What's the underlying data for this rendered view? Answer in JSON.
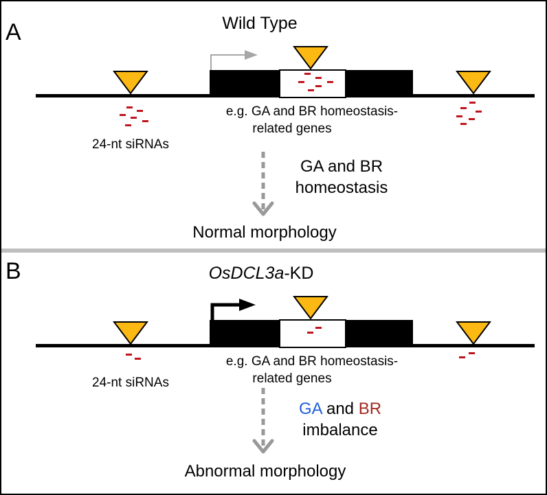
{
  "panels": {
    "a": {
      "letter": "A",
      "title": "Wild Type",
      "gene_label_line1": "e.g. GA and BR homeostasis-",
      "gene_label_line2": "related genes",
      "sirna_label": "24-nt siRNAs",
      "process_line1": "GA and BR",
      "process_line2": "homeostasis",
      "outcome": "Normal morphology"
    },
    "b": {
      "letter": "B",
      "title_italic": "OsDCL3a",
      "title_suffix": "-KD",
      "gene_label_line1": "e.g. GA and BR homeostasis-",
      "gene_label_line2": "related genes",
      "sirna_label": "24-nt siRNAs",
      "process_ga": "GA",
      "process_and": " and ",
      "process_br": "BR",
      "process_line2": "imbalance",
      "outcome": "Abnormal morphology"
    }
  },
  "colors": {
    "transposon_marker": "#FDB913",
    "sirna": "#C0141C",
    "ga_text": "#1F5FD6",
    "br_text": "#A0281E",
    "wt_transcription_arrow": "#A6A6A6",
    "kd_transcription_arrow": "#000000",
    "dashed_arrow": "#999999",
    "panel_divider": "#BFBFBF"
  }
}
